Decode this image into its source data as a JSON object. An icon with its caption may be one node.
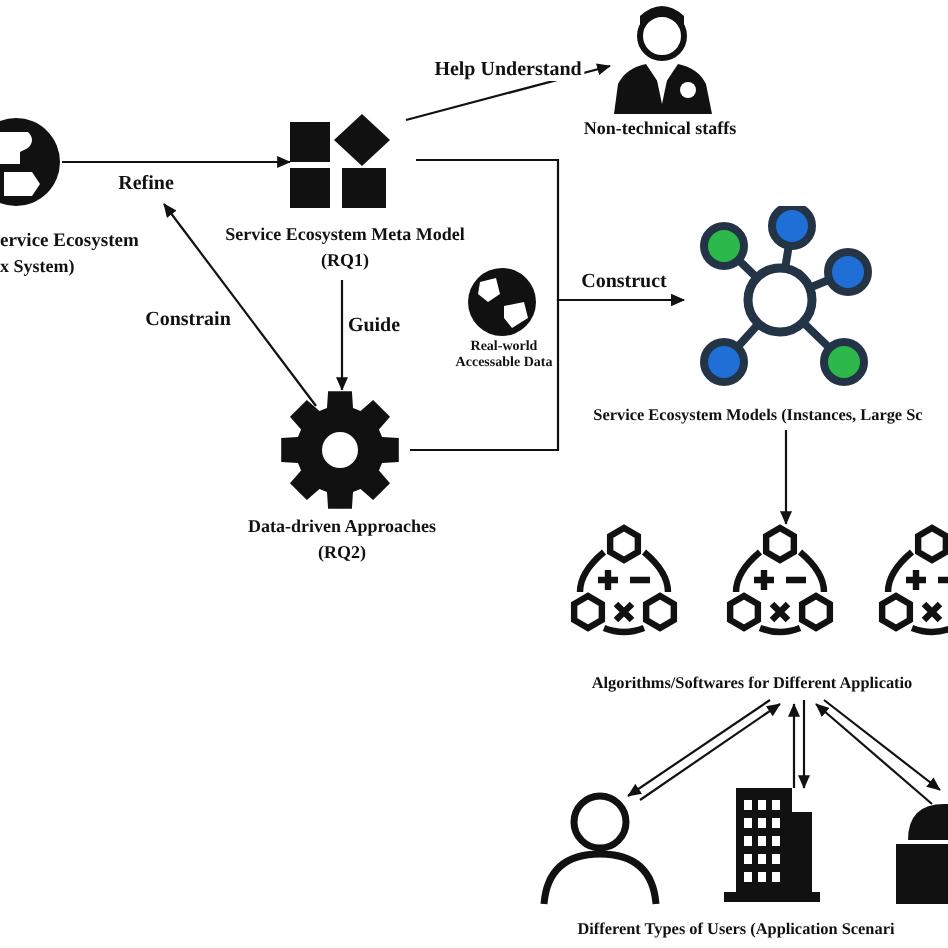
{
  "diagram": {
    "nodes": [
      {
        "text": [
          "ervice Ecosystem",
          "x System)"
        ]
      },
      {
        "text": [
          "Service Ecosystem Meta Model",
          "(RQ1)"
        ]
      },
      {
        "text": [
          "Non-technical staffs"
        ]
      },
      {
        "text": [
          "Data-driven Approaches",
          "(RQ2)"
        ]
      },
      {
        "text": [
          "Real-world Accessable Data"
        ]
      },
      {
        "text": [
          "Service Ecosystem Models (Instances, Large Sc"
        ]
      },
      {
        "text": [
          "Algorithms/Softwares for Different Applicatio"
        ]
      },
      {
        "text": [
          "Different Types of Users (Application Scenari"
        ]
      },
      {
        "text": [],
        "shape": "person",
        "in": 7
      },
      {
        "text": [],
        "shape": "building",
        "in": 7
      },
      {
        "text": [],
        "shape": "lock",
        "in": 7
      }
    ],
    "edges": [
      {
        "from": 0,
        "to": 1,
        "arrow": "to",
        "label": "Refine"
      },
      {
        "from": 1,
        "to": 2,
        "arrow": "to",
        "label": "Help Understand"
      },
      {
        "from": 1,
        "to": 3,
        "arrow": "to",
        "label": "Guide"
      },
      {
        "from": 3,
        "to": 0,
        "arrow": "to",
        "label": "Constrain"
      },
      {
        "from": 1,
        "to": 5,
        "arrow": "to",
        "label": "Construct"
      },
      {
        "from": 3,
        "to": 5,
        "arrow": "to"
      },
      {
        "from": 5,
        "to": 6,
        "arrow": "to"
      },
      {
        "from": 6,
        "to": 8,
        "arrow": "to"
      },
      {
        "from": 8,
        "to": 6,
        "arrow": "to"
      },
      {
        "from": 6,
        "to": 9,
        "arrow": "to"
      },
      {
        "from": 9,
        "to": 6,
        "arrow": "to"
      },
      {
        "from": 6,
        "to": 10,
        "arrow": "to"
      },
      {
        "from": 10,
        "to": 6,
        "arrow": "to"
      }
    ]
  }
}
